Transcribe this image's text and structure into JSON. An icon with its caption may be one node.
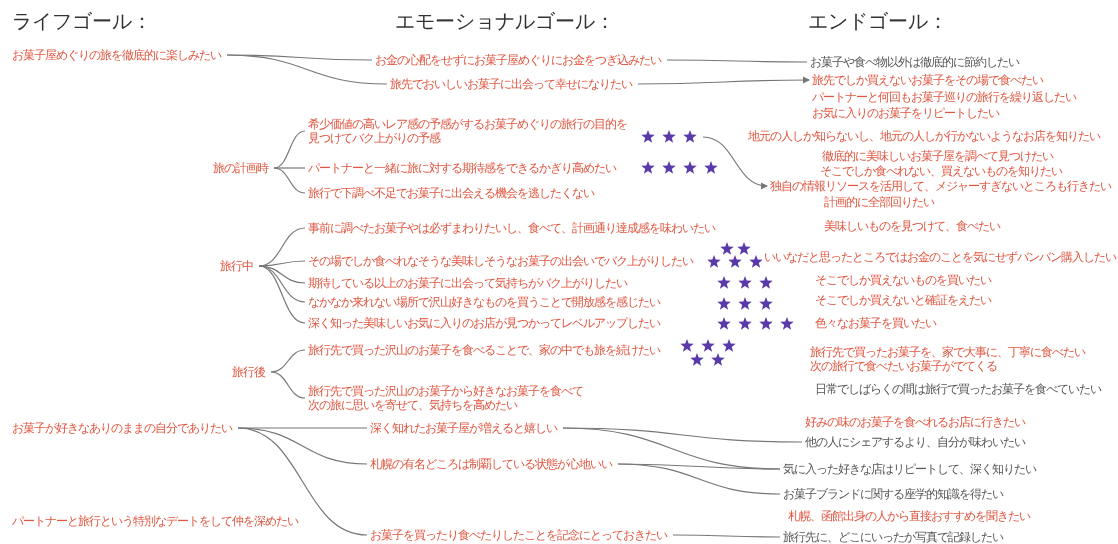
{
  "diagram": {
    "nodes": [
      {
        "text": [
          "お菓子屋めぐりの旅を徹底的に楽しみたい"
        ]
      },
      {
        "text": [
          "お金の心配をせずにお菓子屋めぐりにお金をつぎ込みたい"
        ]
      },
      {
        "text": [
          "旅先でおいしいお菓子に出会って幸せになりたい"
        ]
      },
      {
        "text": [
          "お菓子や食べ物以外は徹底的に節約したい"
        ]
      },
      {
        "text": [
          "旅先でしか買えないお菓子をその場で食べたい"
        ]
      },
      {
        "text": [
          "パートナーと何回もお菓子巡りの旅行を繰り返したい"
        ]
      },
      {
        "text": [
          "お気に入りのお菓子をリピートしたい"
        ]
      },
      {
        "text": [
          "旅の計画時"
        ]
      },
      {
        "text": [
          "希少価値の高いレア感の予感がするお菓子めぐりの旅行の目的を見つけてバク上がりの予感"
        ]
      },
      {
        "text": [
          "パートナーと一緒に旅に対する期待感をできるかぎり高めたい"
        ]
      },
      {
        "text": [
          "旅行で下調べ不足でお菓子に出会える機会を逃したくない"
        ]
      },
      {
        "text": [
          "地元の人しか知らないし、地元の人しか行かないようなお店を知りたい"
        ]
      },
      {
        "text": [
          "徹底的に美味しいお菓子屋を調べて見つけたい"
        ]
      },
      {
        "text": [
          "そこでしか食べれない、買えないものを知りたい"
        ]
      },
      {
        "text": [
          "独自の情報リソースを活用して、メジャーすぎないところも行きたい"
        ]
      },
      {
        "text": [
          "計画的に全部回りたい"
        ]
      },
      {
        "text": [
          "美味しいものを見つけて、食べたい"
        ]
      },
      {
        "text": [
          "旅行中"
        ]
      },
      {
        "text": [
          "事前に調べたお菓子やは必ずまわりたいし、食べて、計画通り達成感を味わいたい"
        ]
      },
      {
        "text": [
          "その場でしか食べれなそうな美味しそうなお菓子の出会いでバク上がりしたい"
        ]
      },
      {
        "text": [
          "期待している以上のお菓子に出会って気持ちがバク上がりしたい"
        ]
      },
      {
        "text": [
          "なかなか来れない場所で沢山好きなものを買うことで開放感を感じたい"
        ]
      },
      {
        "text": [
          "深く知った美味しいお気に入りのお店が見つかってレベルアップしたい"
        ]
      },
      {
        "text": [
          "いいなだと思ったところではお金のことを気にせずバンバン購入したい"
        ]
      },
      {
        "text": [
          "そこでしか買えないものを買いたい"
        ]
      },
      {
        "text": [
          "そこでしか買えないと確証をえたい"
        ]
      },
      {
        "text": [
          "色々なお菓子を買いたい"
        ]
      },
      {
        "text": [
          "旅行後"
        ]
      },
      {
        "text": [
          "旅行先で買った沢山のお菓子を食べることで、家の中でも旅を続けたい"
        ]
      },
      {
        "text": [
          "旅行先で買った沢山のお菓子から好きなお菓子を食べて次の旅に思いを寄せて、気持ちを高めたい"
        ]
      },
      {
        "text": [
          "旅行先で買ったお菓子を、家で大事に、丁寧に食べたい"
        ]
      },
      {
        "text": [
          "次の旅行で食べたいお菓子がでてくる"
        ]
      },
      {
        "text": [
          "日常でしばらくの間は旅行で買ったお菓子を食べていたい"
        ]
      },
      {
        "text": [
          "お菓子が好きなありのままの自分でありたい"
        ]
      },
      {
        "text": [
          "深く知れたお菓子屋が増えると嬉しい"
        ]
      },
      {
        "text": [
          "札幌の有名どころは制覇している状態が心地いい"
        ]
      },
      {
        "text": [
          "好みの味のお菓子を食べれるお店に行きたい"
        ]
      },
      {
        "text": [
          "他の人にシェアするより、自分が味わいたい"
        ]
      },
      {
        "text": [
          "気に入った好きな店はリピートして、深く知りたい"
        ]
      },
      {
        "text": [
          "お菓子ブランドに関する座学的知識を得たい"
        ]
      },
      {
        "text": [
          "パートナーと旅行という特別なデートをして仲を深めたい"
        ]
      },
      {
        "text": [
          "お菓子を買ったり食べたりしたことを記念にとっておきたい"
        ]
      },
      {
        "text": [
          "札幌、函館出身の人から直接おすすめを聞きたい"
        ]
      },
      {
        "text": [
          "旅行先に、どこにいったか写真で記録したい"
        ]
      },
      {
        "text": [],
        "shape": "star"
      }
    ],
    "edges": [
      {
        "from": 0,
        "to": 1,
        "arrow": "none"
      },
      {
        "from": 0,
        "to": 2,
        "arrow": "none"
      },
      {
        "from": 1,
        "to": 3,
        "arrow": "none"
      },
      {
        "from": 2,
        "to": 4,
        "arrow": "to"
      },
      {
        "from": 7,
        "to": 8,
        "arrow": "none"
      },
      {
        "from": 7,
        "to": 9,
        "arrow": "none"
      },
      {
        "from": 7,
        "to": 10,
        "arrow": "none"
      },
      {
        "from": 44,
        "to": 14,
        "arrow": "to"
      },
      {
        "from": 17,
        "to": 18,
        "arrow": "none"
      },
      {
        "from": 17,
        "to": 19,
        "arrow": "none"
      },
      {
        "from": 17,
        "to": 20,
        "arrow": "none"
      },
      {
        "from": 17,
        "to": 21,
        "arrow": "none"
      },
      {
        "from": 17,
        "to": 22,
        "arrow": "none"
      },
      {
        "from": 27,
        "to": 28,
        "arrow": "none"
      },
      {
        "from": 27,
        "to": 29,
        "arrow": "none"
      },
      {
        "from": 33,
        "to": 34,
        "arrow": "none"
      },
      {
        "from": 33,
        "to": 35,
        "arrow": "none"
      },
      {
        "from": 33,
        "to": 41,
        "arrow": "none"
      },
      {
        "from": 34,
        "to": 37,
        "arrow": "none"
      },
      {
        "from": 34,
        "to": 38,
        "arrow": "none"
      },
      {
        "from": 35,
        "to": 38,
        "arrow": "none"
      },
      {
        "from": 35,
        "to": 39,
        "arrow": "none"
      },
      {
        "from": 41,
        "to": 43,
        "arrow": "none"
      }
    ],
    "labels": [
      "ライフゴール：",
      "エモーショナルゴール：",
      "エンドゴール："
    ]
  }
}
